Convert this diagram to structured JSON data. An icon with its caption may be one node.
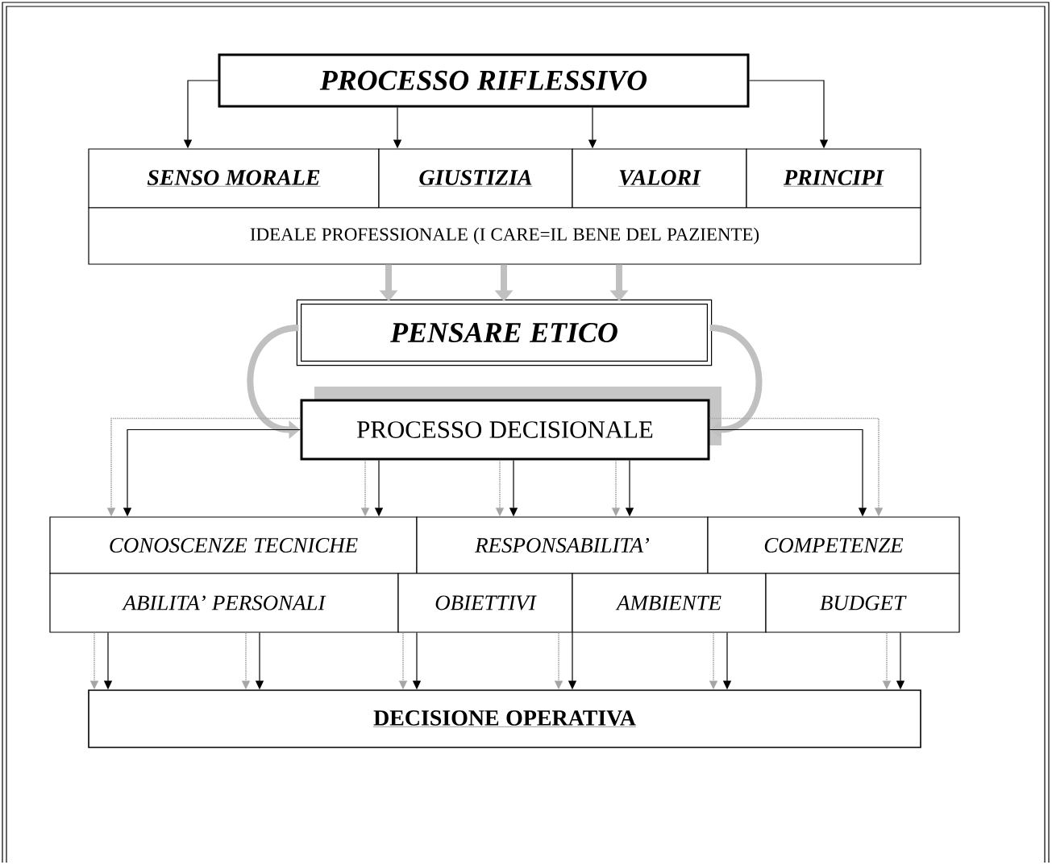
{
  "diagram": {
    "nodes": [
      {
        "text": [
          "PROCESSO RIFLESSIVO"
        ]
      },
      {
        "text": [
          "SENSO MORALE"
        ]
      },
      {
        "text": [
          "GIUSTIZIA"
        ]
      },
      {
        "text": [
          "VALORI"
        ]
      },
      {
        "text": [
          "PRINCIPI"
        ]
      },
      {
        "text": [
          "IDEALE PROFESSIONALE (I CARE=IL BENE DEL PAZIENTE)"
        ]
      },
      {
        "text": [
          "PENSARE ETICO"
        ]
      },
      {
        "text": [
          "PROCESSO DECISIONALE"
        ]
      },
      {
        "text": [
          "CONOSCENZE TECNICHE"
        ]
      },
      {
        "text": [
          "RESPONSABILITA’"
        ]
      },
      {
        "text": [
          "COMPETENZE"
        ]
      },
      {
        "text": [
          "ABILITA’ PERSONALI"
        ]
      },
      {
        "text": [
          "OBIETTIVI"
        ]
      },
      {
        "text": [
          "AMBIENTE"
        ]
      },
      {
        "text": [
          "BUDGET"
        ]
      },
      {
        "text": [
          "DECISIONE OPERATIVA"
        ]
      }
    ],
    "edges": [
      {
        "from": 0,
        "to": 1,
        "arrow": "to"
      },
      {
        "from": 0,
        "to": 2,
        "arrow": "to"
      },
      {
        "from": 0,
        "to": 3,
        "arrow": "to"
      },
      {
        "from": 0,
        "to": 4,
        "arrow": "to"
      },
      {
        "from": 5,
        "to": 6,
        "arrow": "to",
        "style": "thick",
        "color": "#c0c0c0"
      },
      {
        "from": 5,
        "to": 6,
        "arrow": "to",
        "style": "thick",
        "color": "#c0c0c0"
      },
      {
        "from": 5,
        "to": 6,
        "arrow": "to",
        "style": "thick",
        "color": "#c0c0c0"
      },
      {
        "from": 6,
        "to": 7,
        "arrow": "to",
        "style": "thick",
        "color": "#c0c0c0"
      },
      {
        "from": 6,
        "to": 7,
        "arrow": "to",
        "style": "thick",
        "color": "#c0c0c0"
      },
      {
        "from": 7,
        "to": 8,
        "arrow": "to"
      },
      {
        "from": 7,
        "to": 8,
        "arrow": "to"
      },
      {
        "from": 7,
        "to": 9,
        "arrow": "to"
      },
      {
        "from": 7,
        "to": 9,
        "arrow": "to"
      },
      {
        "from": 7,
        "to": 10,
        "arrow": "to"
      },
      {
        "from": 11,
        "to": 15,
        "arrow": "to"
      },
      {
        "from": 11,
        "to": 15,
        "arrow": "to"
      },
      {
        "from": 12,
        "to": 15,
        "arrow": "to"
      },
      {
        "from": 12,
        "to": 15,
        "arrow": "to"
      },
      {
        "from": 13,
        "to": 15,
        "arrow": "to"
      },
      {
        "from": 14,
        "to": 15,
        "arrow": "to"
      },
      {
        "from": 7,
        "to": 8,
        "arrow": "to",
        "style": "dashed",
        "color": "#a6a6a6"
      },
      {
        "from": 7,
        "to": 8,
        "arrow": "to",
        "style": "dashed",
        "color": "#a6a6a6"
      },
      {
        "from": 7,
        "to": 9,
        "arrow": "to",
        "style": "dashed",
        "color": "#a6a6a6"
      },
      {
        "from": 7,
        "to": 9,
        "arrow": "to",
        "style": "dashed",
        "color": "#a6a6a6"
      },
      {
        "from": 7,
        "to": 10,
        "arrow": "to",
        "style": "dashed",
        "color": "#a6a6a6"
      },
      {
        "from": 11,
        "to": 15,
        "arrow": "to",
        "style": "dashed",
        "color": "#a6a6a6"
      },
      {
        "from": 11,
        "to": 15,
        "arrow": "to",
        "style": "dashed",
        "color": "#a6a6a6"
      },
      {
        "from": 12,
        "to": 15,
        "arrow": "to",
        "style": "dashed",
        "color": "#a6a6a6"
      },
      {
        "from": 12,
        "to": 15,
        "arrow": "to",
        "style": "dashed",
        "color": "#a6a6a6"
      },
      {
        "from": 13,
        "to": 15,
        "arrow": "to",
        "style": "dashed",
        "color": "#a6a6a6"
      },
      {
        "from": 14,
        "to": 15,
        "arrow": "to",
        "style": "dashed",
        "color": "#a6a6a6"
      }
    ]
  }
}
